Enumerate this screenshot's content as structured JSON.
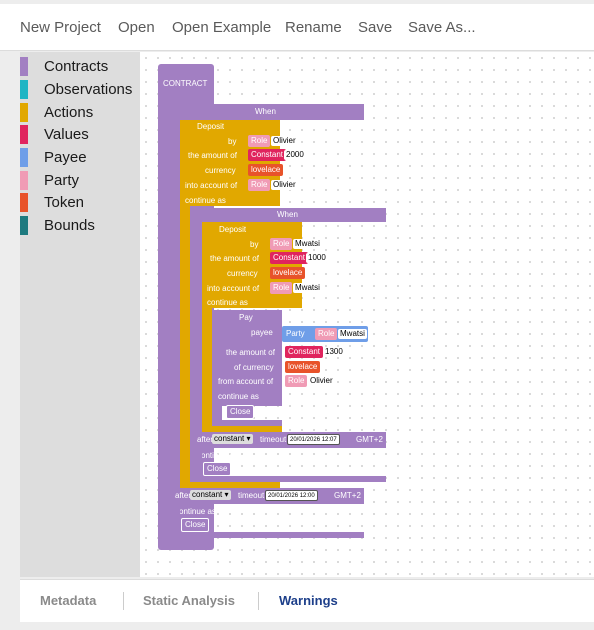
{
  "menu": {
    "new_project": "New Project",
    "open": "Open",
    "open_example": "Open Example",
    "rename": "Rename",
    "save": "Save",
    "save_as": "Save As..."
  },
  "toolbox": [
    {
      "label": "Contracts",
      "color": "#a27fc2"
    },
    {
      "label": "Observations",
      "color": "#1fb5c4"
    },
    {
      "label": "Actions",
      "color": "#e1a800"
    },
    {
      "label": "Values",
      "color": "#e0245e"
    },
    {
      "label": "Payee",
      "color": "#6f9ee8"
    },
    {
      "label": "Party",
      "color": "#f09bb5"
    },
    {
      "label": "Token",
      "color": "#e8532a"
    },
    {
      "label": "Bounds",
      "color": "#1e7a7f"
    }
  ],
  "blocks": {
    "contract_label": "CONTRACT",
    "when_label": "When",
    "deposit_label": "Deposit",
    "by_label": "by",
    "amount_label": "the amount of",
    "currency_label": "currency",
    "into_label": "into account of",
    "continue_label": "continue as",
    "role_label": "Role",
    "constant_label": "Constant",
    "lovelace": "lovelace",
    "close_label": "Close",
    "pay_label": "Pay",
    "payee_label": "payee",
    "party_label": "Party",
    "of_currency_label": "of currency",
    "from_label": "from account of",
    "after_label": "after",
    "timeout_label": "timeout",
    "timeout_type": "constant",
    "tz": "GMT+2",
    "olivier": "Olivier",
    "mwatsi": "Mwatsi",
    "amount1": "2000",
    "amount2": "1000",
    "amount3": "1300",
    "timeout1": "20/01/2026 12:07",
    "timeout2": "20/01/2026 12:00"
  },
  "tabs": {
    "metadata": "Metadata",
    "static_analysis": "Static Analysis",
    "warnings": "Warnings"
  }
}
